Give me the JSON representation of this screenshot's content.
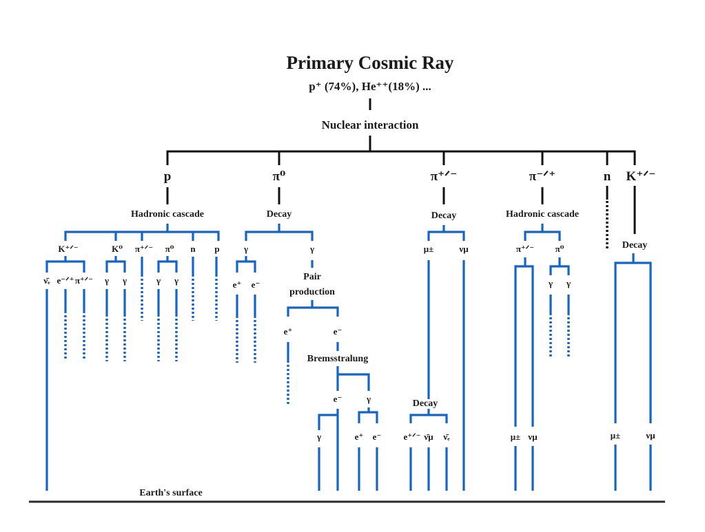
{
  "title": "Primary Cosmic Ray",
  "composition": "p⁺ (74%), He⁺⁺(18%) ...",
  "nuclear_interaction": "Nuclear interaction",
  "primaries": {
    "p": "p",
    "pi0": "π⁰",
    "pi_pm": "π⁺ᐟ⁻",
    "pi_mp": "π⁻ᐟ⁺",
    "n": "n",
    "k_pm": "K⁺ᐟ⁻"
  },
  "processes": {
    "hadronic_cascade_left": "Hadronic cascade",
    "decay_pi0": "Decay",
    "decay_pi_pm": "Decay",
    "hadronic_cascade_right": "Hadronic cascade",
    "decay_kaon": "Decay",
    "pair_production_1": "Pair",
    "pair_production_2": "production",
    "bremsstrahlung": "Bremsstralung",
    "decay_muon": "Decay"
  },
  "left_cascade": {
    "products": [
      "K⁺ᐟ⁻",
      "K⁰",
      "π⁺ᐟ⁻",
      "π⁰",
      "n",
      "p"
    ],
    "kaon_products": [
      "ν̄ₑ",
      "e⁻ᐟ⁺",
      "π⁺ᐟ⁻"
    ],
    "k0_products": [
      "γ",
      "γ"
    ],
    "pi0_products": [
      "γ",
      "γ"
    ]
  },
  "pi0_decay": {
    "products": [
      "γ",
      "γ"
    ],
    "gamma1_products": [
      "e⁺",
      "e⁻"
    ],
    "pair_products": [
      "e⁺",
      "e⁻"
    ],
    "brems_products": [
      "e⁻",
      "γ"
    ],
    "brems_e_products": [
      "γ"
    ],
    "brems_gamma_products": [
      "e⁺",
      "e⁻"
    ]
  },
  "pi_pm_decay": {
    "products": [
      "μ±",
      "νμ"
    ],
    "muon_decay_products": [
      "e⁺ᐟ⁻",
      "ν̄μ",
      "ν̄ₑ"
    ]
  },
  "right_cascade": {
    "products": [
      "π⁺ᐟ⁻",
      "π⁰"
    ],
    "pion_products": [
      "μ±",
      "νμ"
    ],
    "pi0_products": [
      "γ",
      "γ"
    ]
  },
  "kaon_decay": {
    "products": [
      "μ±",
      "νμ"
    ]
  },
  "surface_label": "Earth's surface",
  "colors": {
    "primary_branch": "#111111",
    "secondary_branch": "#1565c8",
    "surface_line": "#2b2b2b"
  }
}
